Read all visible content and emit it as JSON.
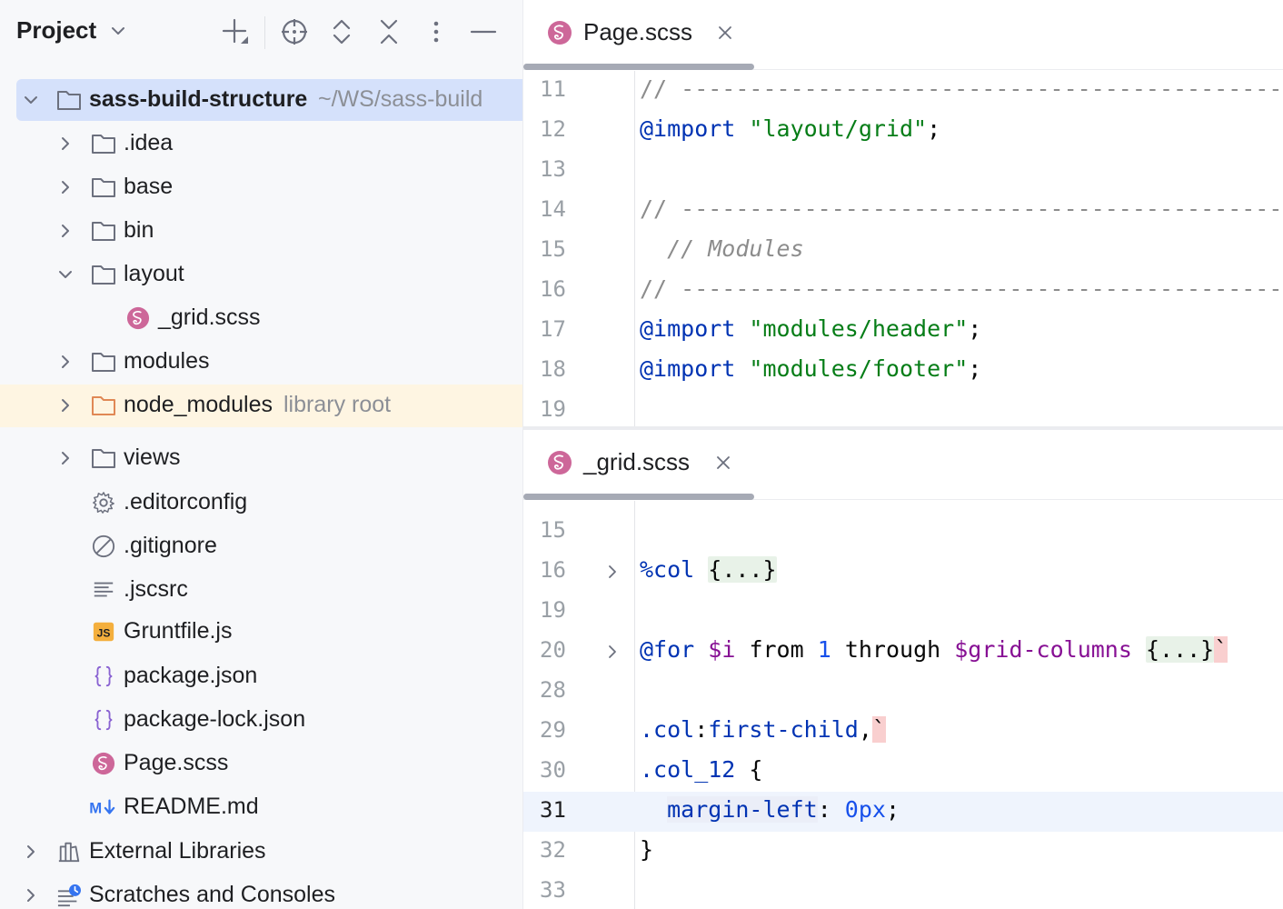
{
  "project_panel": {
    "title": "Project",
    "toolbar_icons": [
      "add-icon",
      "locate-icon",
      "expand-all-icon",
      "collapse-all-icon",
      "more-options-icon",
      "hide-icon"
    ],
    "tree": [
      {
        "label": "sass-build-structure",
        "hint": "~/WS/sass-build",
        "icon": "folder-icon",
        "arrow": "expanded",
        "level": 0,
        "selected": true
      },
      {
        "label": ".idea",
        "icon": "folder-icon",
        "arrow": "collapsed",
        "level": 1
      },
      {
        "label": "base",
        "icon": "folder-icon",
        "arrow": "collapsed",
        "level": 1
      },
      {
        "label": "bin",
        "icon": "folder-icon",
        "arrow": "collapsed",
        "level": 1
      },
      {
        "label": "layout",
        "icon": "folder-icon",
        "arrow": "expanded",
        "level": 1
      },
      {
        "label": "_grid.scss",
        "icon": "sass-file-icon",
        "arrow": "none",
        "level": 2
      },
      {
        "label": "modules",
        "icon": "folder-icon",
        "arrow": "collapsed",
        "level": 1
      },
      {
        "label": "node_modules",
        "hint": "library root",
        "icon": "library-folder-icon",
        "arrow": "collapsed",
        "level": 1,
        "library_root": true
      },
      {
        "label": "views",
        "icon": "folder-icon",
        "arrow": "collapsed",
        "level": 1
      },
      {
        "label": ".editorconfig",
        "icon": "settings-file-icon",
        "arrow": "none",
        "level": 1
      },
      {
        "label": ".gitignore",
        "icon": "ignore-file-icon",
        "arrow": "none",
        "level": 1
      },
      {
        "label": ".jscsrc",
        "icon": "text-file-icon",
        "arrow": "none",
        "level": 1
      },
      {
        "label": "Gruntfile.js",
        "icon": "js-file-icon",
        "arrow": "none",
        "level": 1
      },
      {
        "label": "package.json",
        "icon": "json-file-icon",
        "arrow": "none",
        "level": 1
      },
      {
        "label": "package-lock.json",
        "icon": "json-file-icon",
        "arrow": "none",
        "level": 1
      },
      {
        "label": "Page.scss",
        "icon": "sass-file-icon",
        "arrow": "none",
        "level": 1
      },
      {
        "label": "README.md",
        "icon": "markdown-file-icon",
        "arrow": "none",
        "level": 1
      },
      {
        "label": "External Libraries",
        "icon": "libraries-icon",
        "arrow": "collapsed",
        "level": 0
      },
      {
        "label": "Scratches and Consoles",
        "icon": "scratches-icon",
        "arrow": "collapsed",
        "level": 0
      }
    ],
    "js_badge": "JS",
    "md_badge": "M↓"
  },
  "editor_top": {
    "tab": "Page.scss",
    "lines": [
      {
        "n": "11",
        "segments": [
          {
            "t": "// ----------------------------------------------------------",
            "c": "cmtn"
          }
        ]
      },
      {
        "n": "12",
        "segments": [
          {
            "t": "@import",
            "c": "kw"
          },
          {
            "t": " "
          },
          {
            "t": "\"layout/grid\"",
            "c": "str"
          },
          {
            "t": ";"
          }
        ]
      },
      {
        "n": "13",
        "segments": []
      },
      {
        "n": "14",
        "segments": [
          {
            "t": "// ----------------------------------------------------------",
            "c": "cmtn"
          }
        ]
      },
      {
        "n": "15",
        "segments": [
          {
            "t": "  // Modules",
            "c": "cmt"
          }
        ]
      },
      {
        "n": "16",
        "segments": [
          {
            "t": "// ----------------------------------------------------------",
            "c": "cmtn"
          }
        ]
      },
      {
        "n": "17",
        "segments": [
          {
            "t": "@import",
            "c": "kw"
          },
          {
            "t": " "
          },
          {
            "t": "\"modules/header\"",
            "c": "str"
          },
          {
            "t": ";"
          }
        ]
      },
      {
        "n": "18",
        "segments": [
          {
            "t": "@import",
            "c": "kw"
          },
          {
            "t": " "
          },
          {
            "t": "\"modules/footer\"",
            "c": "str"
          },
          {
            "t": ";"
          }
        ]
      },
      {
        "n": "19",
        "segments": []
      }
    ]
  },
  "editor_bottom": {
    "tab": "_grid.scss",
    "lines": [
      {
        "n": "15",
        "segments": []
      },
      {
        "n": "16",
        "fold": true,
        "segments": [
          {
            "t": "%col",
            "c": "kw"
          },
          {
            "t": " "
          },
          {
            "t": "{...}",
            "c": "collapsed"
          }
        ]
      },
      {
        "n": "19",
        "segments": []
      },
      {
        "n": "20",
        "fold": true,
        "segments": [
          {
            "t": "@for",
            "c": "kw"
          },
          {
            "t": " "
          },
          {
            "t": "$i",
            "c": "var"
          },
          {
            "t": " from "
          },
          {
            "t": "1",
            "c": "num"
          },
          {
            "t": " through "
          },
          {
            "t": "$grid-columns",
            "c": "var"
          },
          {
            "t": " "
          },
          {
            "t": "{...}",
            "c": "collapsed"
          },
          {
            "t": "`",
            "c": "err"
          }
        ]
      },
      {
        "n": "28",
        "segments": []
      },
      {
        "n": "29",
        "segments": [
          {
            "t": ".col",
            "c": "prop"
          },
          {
            "t": ":"
          },
          {
            "t": "first-child",
            "c": "prop"
          },
          {
            "t": ","
          },
          {
            "t": "`",
            "c": "err"
          }
        ]
      },
      {
        "n": "30",
        "segments": [
          {
            "t": ".col_12",
            "c": "prop"
          },
          {
            "t": " {"
          }
        ]
      },
      {
        "n": "31",
        "current": true,
        "segments": [
          {
            "t": "  "
          },
          {
            "t": "margin-left",
            "c": "prop hl"
          },
          {
            "t": ": "
          },
          {
            "t": "0px",
            "c": "num"
          },
          {
            "t": ";"
          }
        ]
      },
      {
        "n": "32",
        "segments": [
          {
            "t": "}"
          }
        ]
      },
      {
        "n": "33",
        "segments": []
      }
    ]
  }
}
